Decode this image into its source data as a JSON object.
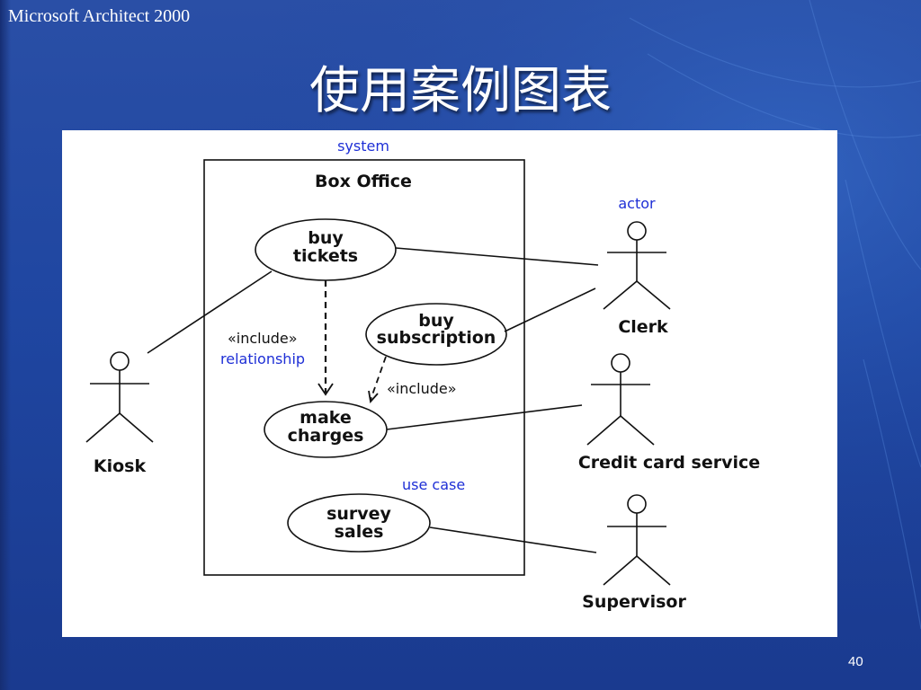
{
  "header": {
    "brand": "Microsoft Architect 2000",
    "title": "使用案例图表"
  },
  "footer": {
    "page_number": "40"
  },
  "colors": {
    "annotation_blue": "#1e2fd6",
    "background_blue": "#1f46a1",
    "text_white": "#ffffff"
  },
  "diagram": {
    "system_annotation": "system",
    "system_name": "Box Office",
    "actor_annotation": "actor",
    "relationship_annotation": "relationship",
    "use_case_annotation": "use case",
    "include_labels": [
      "«include»",
      "«include»"
    ],
    "use_cases": [
      {
        "id": "buy-tickets",
        "lines": [
          "buy",
          "tickets"
        ]
      },
      {
        "id": "buy-subscription",
        "lines": [
          "buy",
          "subscription"
        ]
      },
      {
        "id": "make-charges",
        "lines": [
          "make",
          "charges"
        ]
      },
      {
        "id": "survey-sales",
        "lines": [
          "survey",
          "sales"
        ]
      }
    ],
    "actors": [
      {
        "id": "kiosk",
        "name": "Kiosk"
      },
      {
        "id": "clerk",
        "name": "Clerk"
      },
      {
        "id": "credit-card-service",
        "name": "Credit card service"
      },
      {
        "id": "supervisor",
        "name": "Supervisor"
      }
    ]
  }
}
